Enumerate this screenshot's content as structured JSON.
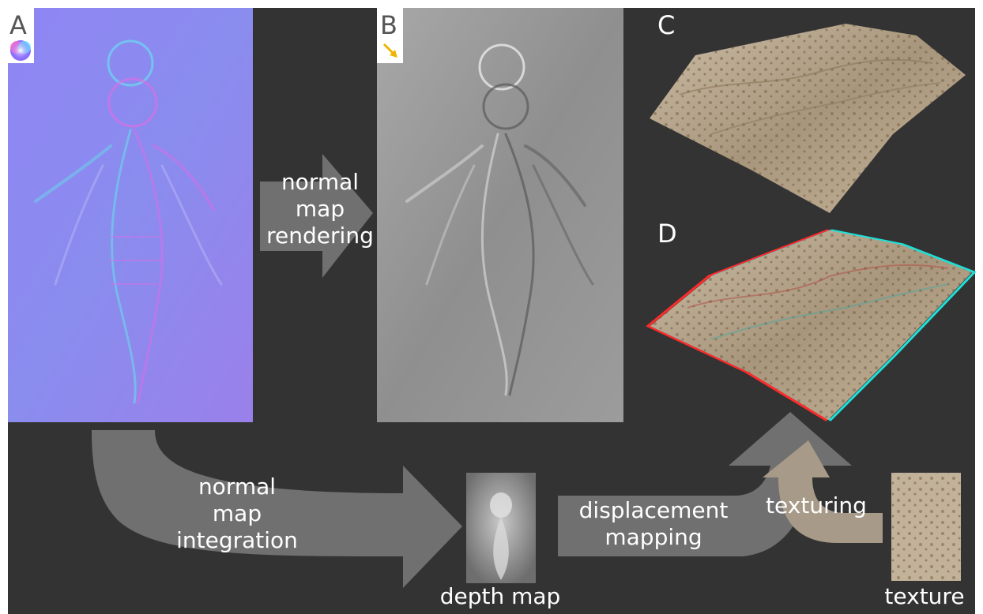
{
  "panels": {
    "a": {
      "letter": "A"
    },
    "b": {
      "letter": "B"
    },
    "c": {
      "letter": "C"
    },
    "d": {
      "letter": "D"
    }
  },
  "arrows": {
    "rendering": {
      "line1": "normal",
      "line2": "map",
      "line3": "rendering"
    },
    "integration": {
      "line1": "normal",
      "line2": "map",
      "line3": "integration"
    },
    "displacement": {
      "line1": "displacement",
      "line2": "mapping"
    },
    "texturing": {
      "label": "texturing"
    }
  },
  "captions": {
    "depth_map": "depth map",
    "texture": "texture"
  },
  "colors": {
    "background": "#333333",
    "arrow_gray": "#707070",
    "arrow_tan": "#a89a88",
    "light_arrow": "#f0b400",
    "normal_map_base": "#8c85f0",
    "relief_gray": "#9a9a9a",
    "terrain_tan": "#b8a890"
  },
  "icons": {
    "a": "color-wheel-icon",
    "b": "light-direction-arrow-icon"
  }
}
